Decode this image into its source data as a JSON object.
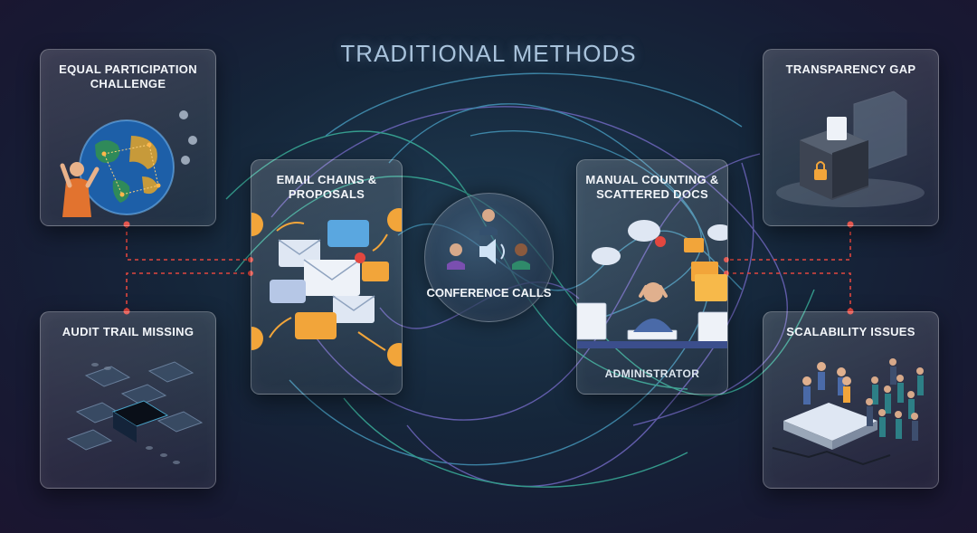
{
  "title": "TRADITIONAL METHODS",
  "cards": {
    "equal_participation": "EQUAL PARTICIPATION CHALLENGE",
    "audit_trail": "AUDIT TRAIL MISSING",
    "email_chains": "EMAIL CHAINS & PROPOSALS",
    "conference_calls": "CONFERENCE CALLS",
    "manual_counting": "MANUAL COUNTING & SCATTERED DOCS",
    "administrator": "ADMINISTRATOR",
    "transparency_gap": "TRANSPARENCY GAP",
    "scalability": "SCALABILITY ISSUES"
  },
  "colors": {
    "connector_red": "#e2473f",
    "tangle_blue": "#4aa3c8",
    "tangle_purple": "#7b6fd0",
    "tangle_teal": "#3fc2a8",
    "accent_orange": "#f2a53a"
  }
}
